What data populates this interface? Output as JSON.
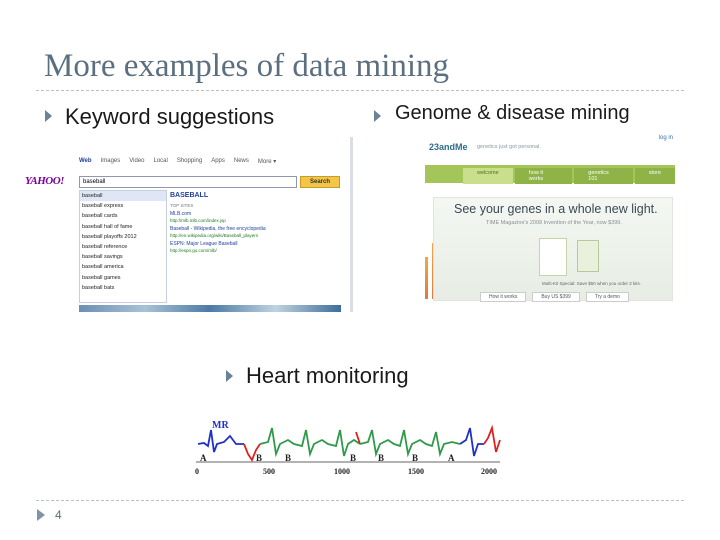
{
  "slide": {
    "title": "More examples of data mining",
    "page_number": "4"
  },
  "bullets": [
    {
      "text": "Keyword suggestions"
    },
    {
      "text": "Genome & disease mining"
    },
    {
      "text": "Heart monitoring"
    }
  ],
  "yahoo": {
    "logo": "YAHOO!",
    "nav": [
      "Web",
      "Images",
      "Video",
      "Local",
      "Shopping",
      "Apps",
      "News",
      "More ▾"
    ],
    "search_value": "baseball",
    "search_button": "Search",
    "suggestions": [
      "baseball",
      "baseball express",
      "baseball cards",
      "baseball hall of fame",
      "baseball playoffs 2012",
      "baseball reference",
      "baseball savings",
      "baseball america",
      "baseball games",
      "baseball bats"
    ],
    "results": {
      "heading": "BASEBALL",
      "top_sites": "TOP SITES",
      "r1_title": "MLB.com",
      "r1_url": "http://mlb.mlb.com/index.jsp",
      "r2_title": "Baseball - Wikipedia, the free encyclopedia",
      "r2_url": "http://en.wikipedia.org/wiki/Baseball_players",
      "r3_title": "ESPN: Major League Baseball",
      "r3_url": "http://espn.go.com/mlb/"
    }
  },
  "genome": {
    "login": "log in",
    "logo": "23andMe",
    "tagline": "genetics just got personal.",
    "tabs": [
      "welcome",
      "how it works",
      "genetics 101",
      "store"
    ],
    "headline": "See your genes in a whole new light.",
    "subline": "TIME Magazine's 2008 Invention of the Year, now $399.",
    "special": "Multi-Kit Special: Save $50 when you order 2 kits.",
    "buttons": [
      "How it works",
      "Buy US $399",
      "Try a demo"
    ]
  },
  "ecg": {
    "label_mr": "MR",
    "beats": [
      "A",
      "B",
      "B",
      "B",
      "B",
      "B",
      "A"
    ],
    "ticks": [
      "0",
      "500",
      "1000",
      "1500",
      "2000"
    ],
    "colors": {
      "normal": "#2f9a4a",
      "segment_a": "#2030c8",
      "segment_b": "#e02020"
    }
  }
}
